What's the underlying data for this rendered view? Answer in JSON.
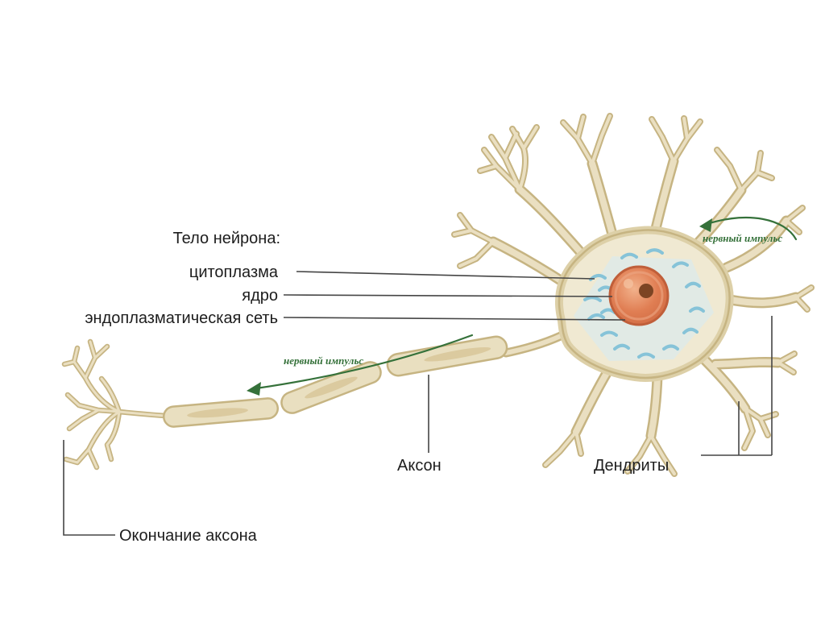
{
  "diagram": {
    "labels": {
      "soma_title": "Тело нейрона:",
      "cytoplasm": "цитоплазма",
      "nucleus": "ядро",
      "er": "эндоплазматическая сеть",
      "axon": "Аксон",
      "dendrites": "Дендриты",
      "axon_terminal": "Окончание аксона",
      "impulse_top": "нервный импульс",
      "impulse_mid": "нервный импульс"
    },
    "colors": {
      "membrane_tan": "#eadfc1",
      "membrane_outline": "#c6b482",
      "er_blue": "#86c3d8",
      "nucleus_orange": "#e07e53",
      "nucleolus_brown": "#7c4423",
      "impulse_green": "#35713a",
      "label_text": "#1d1d1d"
    }
  }
}
